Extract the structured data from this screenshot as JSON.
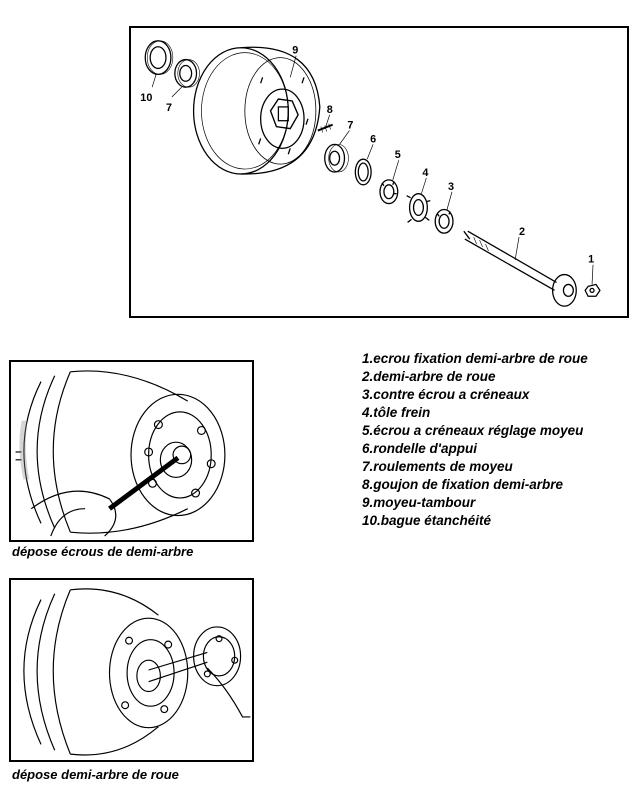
{
  "diagram": {
    "callouts": [
      "1",
      "2",
      "3",
      "4",
      "5",
      "6",
      "7",
      "8",
      "9",
      "10",
      "7"
    ]
  },
  "legend": {
    "items": [
      "1.ecrou fixation demi-arbre de roue",
      "2.demi-arbre de roue",
      "3.contre écrou a créneaux",
      "4.tôle frein",
      "5.écrou a créneaux réglage moyeu",
      "6.rondelle d'appui",
      "7.roulements de moyeu",
      "8.goujon de fixation demi-arbre",
      "9.moyeu-tambour",
      "10.bague étanchéité"
    ]
  },
  "photos": [
    {
      "caption": "dépose écrous de demi-arbre"
    },
    {
      "caption": "dépose demi-arbre de roue"
    }
  ]
}
